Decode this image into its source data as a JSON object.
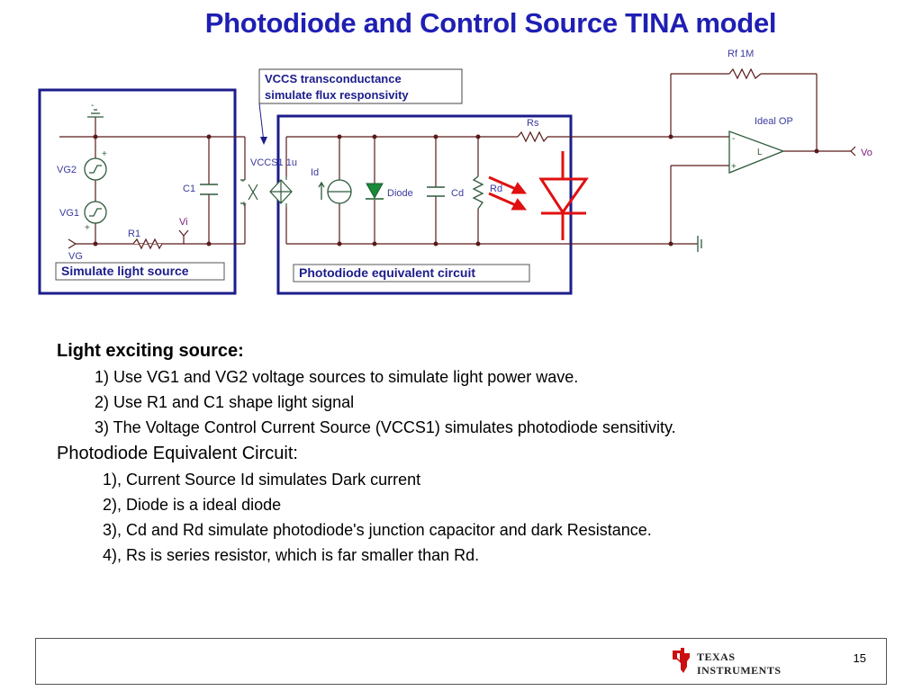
{
  "slide": {
    "title": "Photodiode and Control Source TINA model",
    "page_number": "15"
  },
  "diagram": {
    "box_left_label": "Simulate light source",
    "box_right_label": "Photodiode equivalent circuit",
    "callout_line1": "VCCS transconductance",
    "callout_line2": "simulate flux responsivity",
    "labels": {
      "rf": "Rf 1M",
      "ideal_op": "Ideal OP",
      "rs": "Rs",
      "vo": "Vo",
      "vccs": "VCCS1 1u",
      "id": "Id",
      "diode": "Diode",
      "cd": "Cd",
      "rd": "Rd",
      "vg2": "VG2",
      "vg1": "VG1",
      "c1": "C1",
      "r1": "R1",
      "vi": "Vi",
      "vg": "VG",
      "op_inner": "L",
      "op_minus": "-",
      "op_plus": "+",
      "vccs_minus": "-",
      "vccs_plus": "+",
      "vg2_plus": "+",
      "vg1_plus": "+",
      "vg2_minus": "-"
    },
    "colors": {
      "box": "#1c1c8c",
      "wire": "#5a1a1a",
      "component": "#2d5a3a",
      "diode_fill": "#1a8a3a",
      "arrow": "#e01010",
      "label": "#3a3aa0",
      "label_purple": "#7a1a7a"
    }
  },
  "notes": {
    "section1_title": "Light exciting source:",
    "section1_items": [
      "1)  Use VG1 and VG2 voltage sources to simulate light power wave.",
      "2)  Use R1 and C1 shape light signal",
      "3)  The Voltage Control Current Source (VCCS1) simulates photodiode sensitivity."
    ],
    "section2_title": "Photodiode Equivalent Circuit:",
    "section2_items": [
      "1), Current Source Id simulates Dark current",
      "2), Diode is a ideal diode",
      "3), Cd and Rd simulate photodiode's junction capacitor and dark Resistance.",
      "4), Rs is series resistor, which is far smaller than Rd."
    ]
  },
  "footer": {
    "logo_word1": "TEXAS",
    "logo_word2": "INSTRUMENTS"
  }
}
